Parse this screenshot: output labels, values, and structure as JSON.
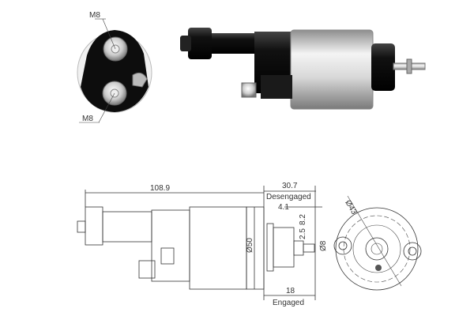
{
  "photo_end_view": {
    "terminal_top_label": "M8",
    "terminal_bottom_label": "M8"
  },
  "drawing_dimensions": {
    "overall_length": "108.9",
    "desengaged_length": "30.7",
    "desengaged_label": "Desengaged",
    "stroke_offset": "4.1",
    "plunger_depth": "8.2",
    "plunger_step": "2.5",
    "plunger_diameter": "Ø8",
    "body_diameter": "Ø50",
    "engaged_length": "18",
    "engaged_label": "Engaged",
    "flange_diameter": "Ø43"
  }
}
